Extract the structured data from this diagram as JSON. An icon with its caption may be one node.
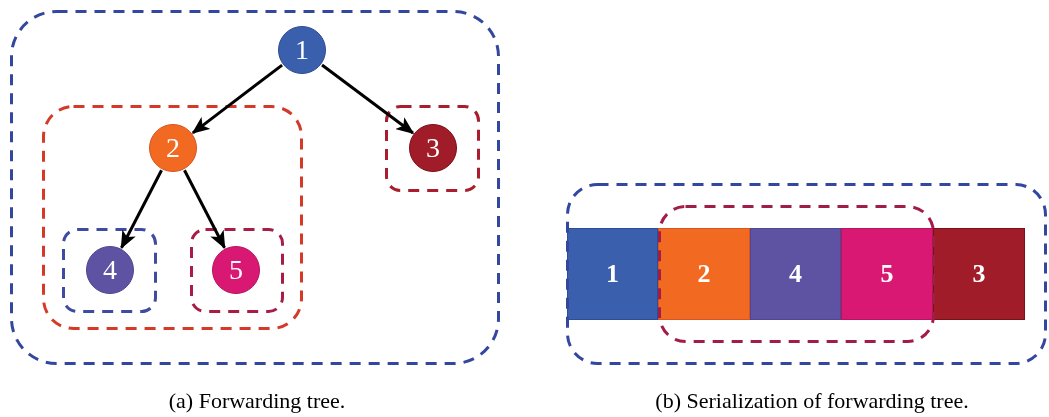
{
  "diagram": {
    "nodes": [
      {
        "text": [],
        "shape": "box"
      },
      {
        "text": [
          "1"
        ],
        "in": 0
      },
      {
        "text": [],
        "shape": "box",
        "in": 0
      },
      {
        "text": [
          "2"
        ],
        "in": 2
      },
      {
        "text": [],
        "shape": "box",
        "in": 2
      },
      {
        "text": [
          "4"
        ],
        "in": 4
      },
      {
        "text": [],
        "shape": "box",
        "in": 2
      },
      {
        "text": [
          "5"
        ],
        "in": 6
      },
      {
        "text": [],
        "shape": "box",
        "in": 0
      },
      {
        "text": [
          "3"
        ],
        "in": 8
      },
      {
        "text": [],
        "shape": "box"
      },
      {
        "text": [
          "1"
        ],
        "in": 10
      },
      {
        "text": [],
        "shape": "box",
        "in": 10
      },
      {
        "text": [
          "2"
        ],
        "in": 12
      },
      {
        "text": [
          "4"
        ],
        "in": 12
      },
      {
        "text": [
          "5"
        ],
        "in": 12
      },
      {
        "text": [
          "3"
        ],
        "in": 10
      }
    ],
    "edges": [
      {
        "from": 1,
        "to": 3,
        "arrow": "to"
      },
      {
        "from": 1,
        "to": 9,
        "arrow": "to"
      },
      {
        "from": 3,
        "to": 5,
        "arrow": "to"
      },
      {
        "from": 3,
        "to": 7,
        "arrow": "to"
      }
    ],
    "labels": [
      "(a) Forwarding tree.",
      "(b) Serialization of forwarding tree."
    ]
  }
}
